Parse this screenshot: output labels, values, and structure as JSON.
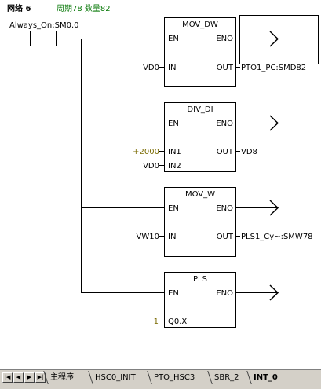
{
  "network": {
    "title": "网络 6",
    "comment": "周期78 数量82"
  },
  "contact": {
    "label": "Always_On:SM0.0"
  },
  "blocks": [
    {
      "name": "MOV_DW",
      "en": "EN",
      "eno": "ENO",
      "inputs": [
        {
          "pin": "IN",
          "value": "VD0"
        }
      ],
      "outputs": [
        {
          "pin": "OUT",
          "value": "PTO1_PC:SMD82"
        }
      ]
    },
    {
      "name": "DIV_DI",
      "en": "EN",
      "eno": "ENO",
      "inputs": [
        {
          "pin": "IN1",
          "value": "+2000"
        },
        {
          "pin": "IN2",
          "value": "VD0"
        }
      ],
      "outputs": [
        {
          "pin": "OUT",
          "value": "VD8"
        }
      ]
    },
    {
      "name": "MOV_W",
      "en": "EN",
      "eno": "ENO",
      "inputs": [
        {
          "pin": "IN",
          "value": "VW10"
        }
      ],
      "outputs": [
        {
          "pin": "OUT",
          "value": "PLS1_Cy~:SMW78"
        }
      ]
    },
    {
      "name": "PLS",
      "en": "EN",
      "eno": "ENO",
      "inputs": [
        {
          "pin": "Q0.X",
          "value": "1"
        }
      ],
      "outputs": []
    }
  ],
  "tabs": [
    {
      "label": "主程序",
      "active": false
    },
    {
      "label": "HSC0_INIT",
      "active": false
    },
    {
      "label": "PTO_HSC3",
      "active": false
    },
    {
      "label": "SBR_2",
      "active": false
    },
    {
      "label": "INT_0",
      "active": true
    }
  ],
  "nav_icons": [
    "first-icon",
    "prev-icon",
    "next-icon",
    "last-icon"
  ]
}
